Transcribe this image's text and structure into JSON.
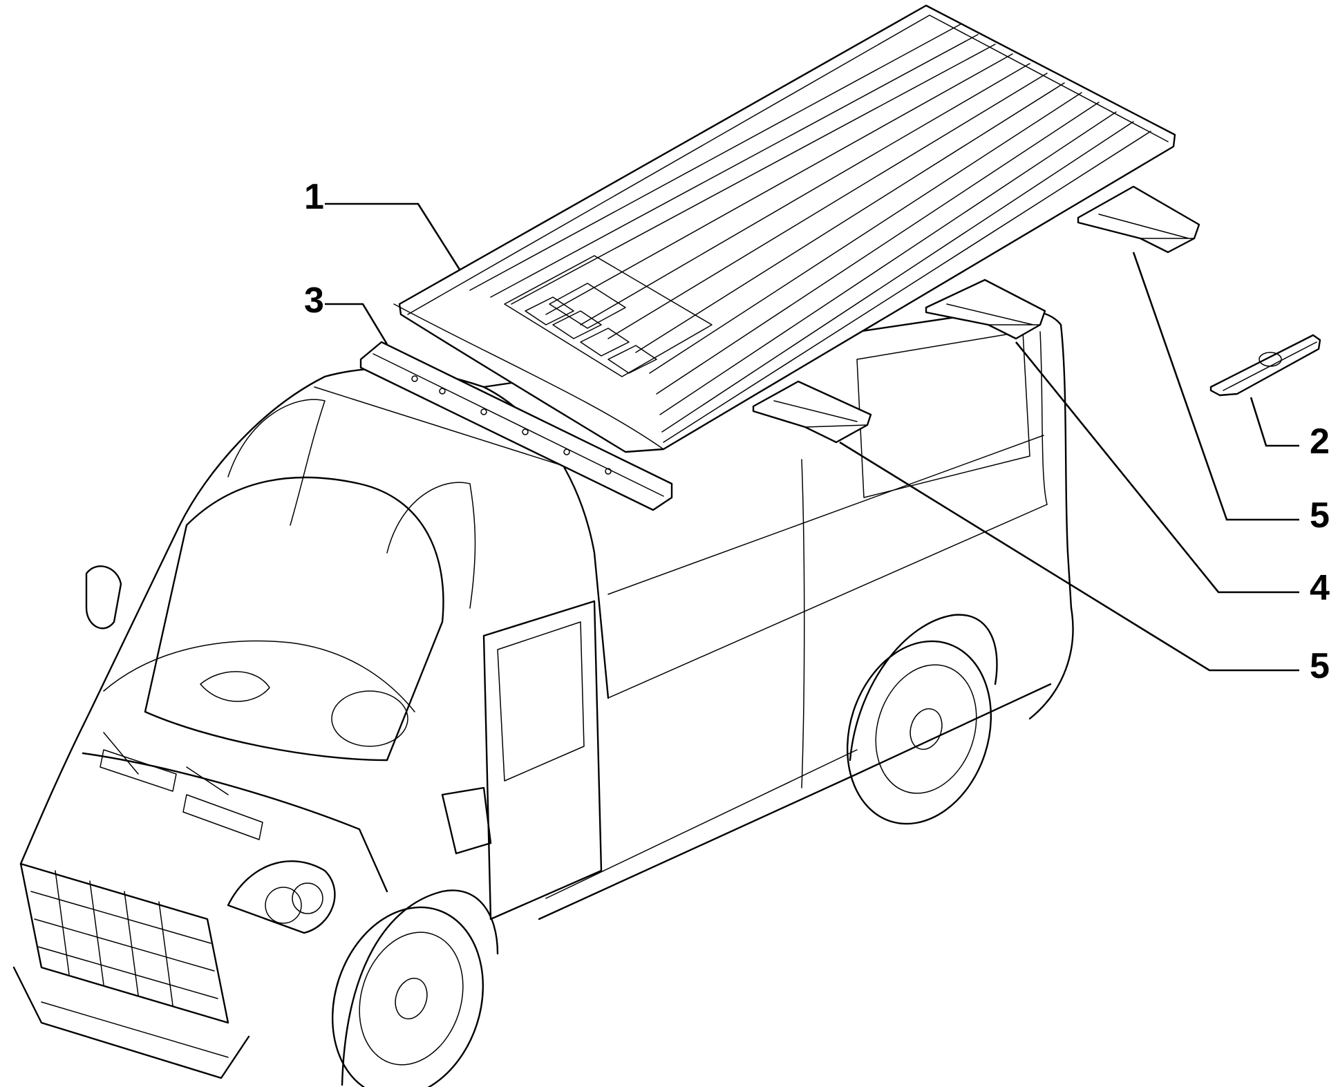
{
  "diagram": {
    "callouts": [
      {
        "id": "roof-panel",
        "label": "1"
      },
      {
        "id": "small-bracket",
        "label": "2"
      },
      {
        "id": "front-crossmember",
        "label": "3"
      },
      {
        "id": "middle-crossmember",
        "label": "4"
      },
      {
        "id": "rear-crossmember",
        "label": "5"
      },
      {
        "id": "front-lower-crossmember",
        "label": "5"
      }
    ]
  }
}
